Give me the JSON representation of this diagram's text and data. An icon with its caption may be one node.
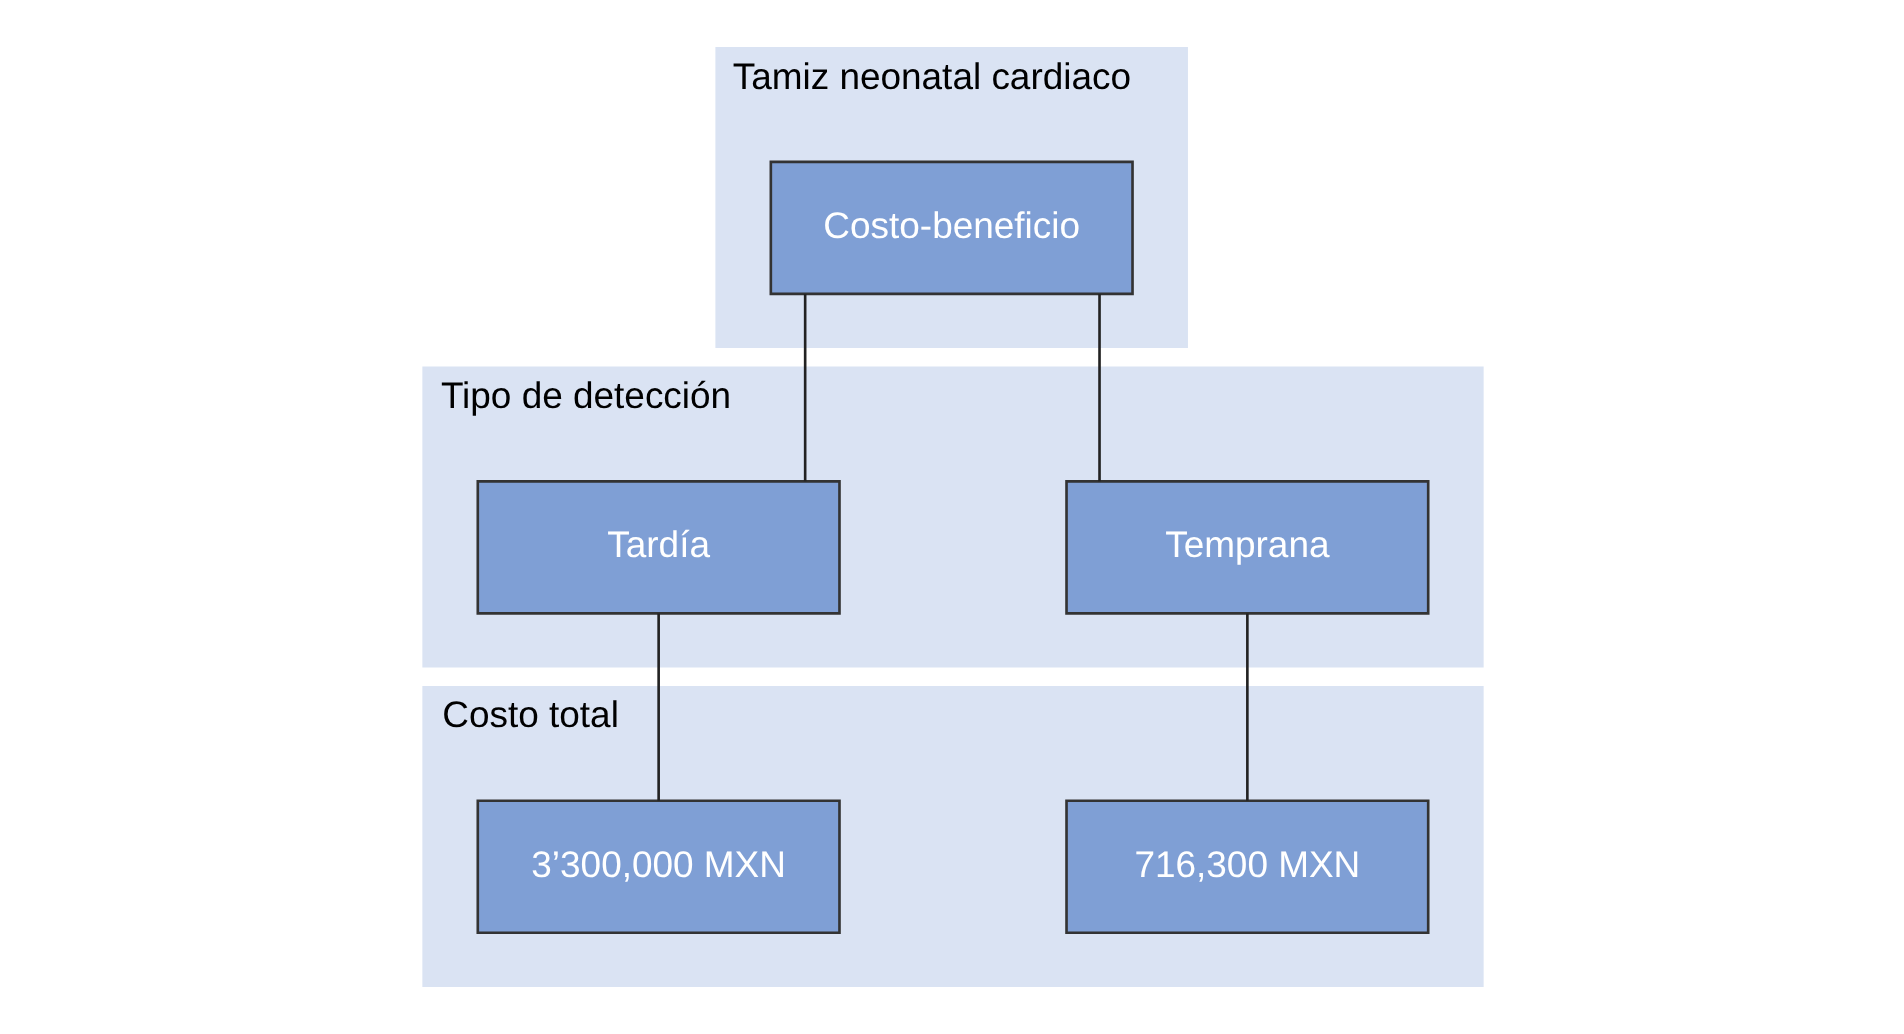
{
  "diagram": {
    "nodes": [
      {
        "text": [
          "Tamiz neonatal cardiaco"
        ]
      },
      {
        "text": [
          "Costo-beneficio"
        ],
        "in": 0
      },
      {
        "text": [
          "Tipo de detección"
        ]
      },
      {
        "text": [
          "Temprana"
        ],
        "in": 2
      },
      {
        "text": [
          "Tardía"
        ],
        "in": 2
      },
      {
        "text": [
          "Costo total"
        ]
      },
      {
        "text": [
          "716,300 MXN"
        ],
        "in": 5
      },
      {
        "text": [
          "3’300,000 MXN"
        ],
        "in": 5
      }
    ],
    "edges": [
      {
        "from": 1,
        "to": 3,
        "arrow": "none"
      },
      {
        "from": 1,
        "to": 4,
        "arrow": "none"
      },
      {
        "from": 3,
        "to": 6,
        "arrow": "none"
      },
      {
        "from": 4,
        "to": 7,
        "arrow": "none"
      }
    ]
  }
}
